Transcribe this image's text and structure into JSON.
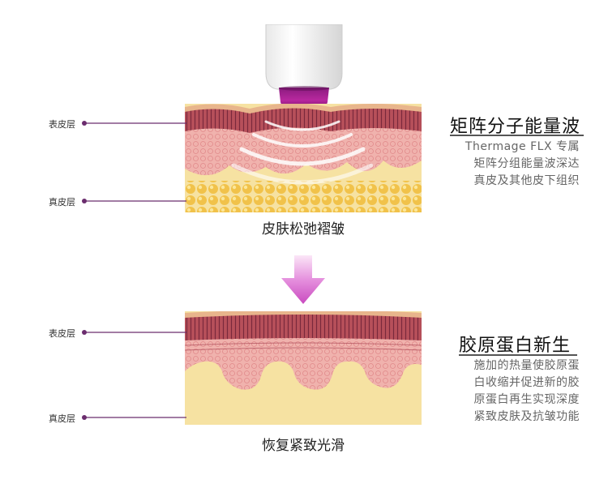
{
  "top": {
    "labels": {
      "epidermis": "表皮层",
      "dermis": "真皮层"
    },
    "caption": "皮肤松弛褶皱",
    "heading": "矩阵分子能量波",
    "desc_lines": [
      "Thermage FLX 专属",
      "矩阵分组能量波深达",
      "真皮及其他皮下组织"
    ]
  },
  "bottom": {
    "labels": {
      "epidermis": "表皮层",
      "dermis": "真皮层"
    },
    "caption": "恢复紧致光滑",
    "heading": "胶原蛋白新生",
    "desc_lines": [
      "施加的热量使胶原蛋",
      "白收缩并促进新的胶",
      "原蛋白再生实现深度",
      "紧致皮肤及抗皱功能"
    ]
  },
  "colors": {
    "accent_purple": "#6b2d6e",
    "probe_tip": "#a0208f",
    "arrow_pink": "#d466cf",
    "epidermis": "#b7505a",
    "dermis_pink": "#f0b2ad",
    "fat_yellow": "#f6e2a2"
  }
}
